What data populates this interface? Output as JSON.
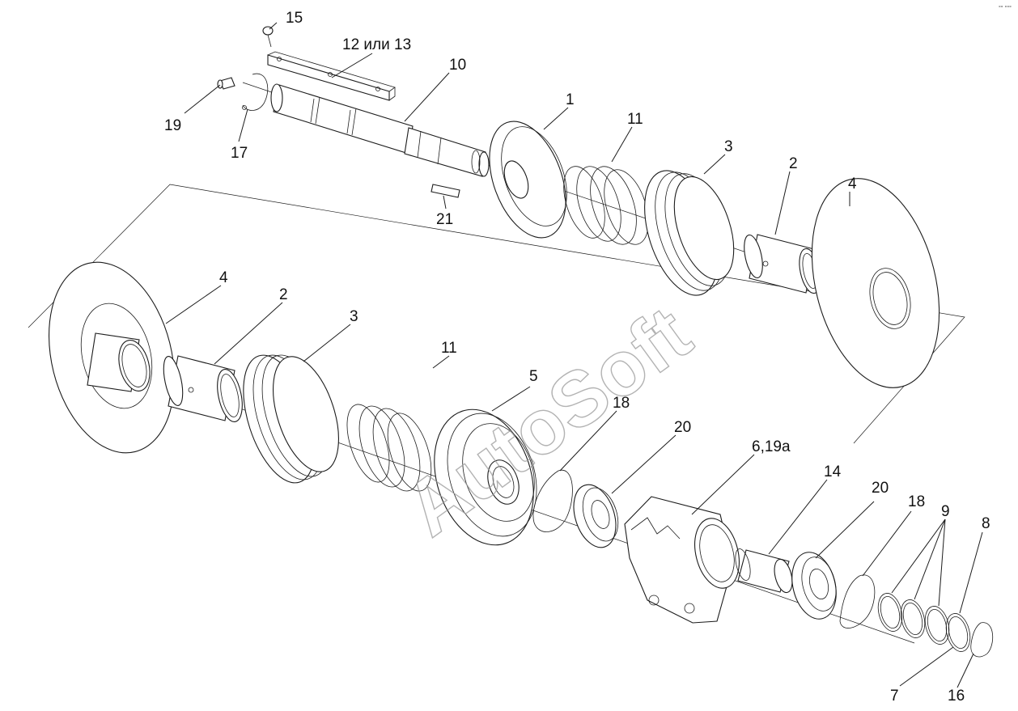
{
  "diagram": {
    "watermark": "AutoSoft",
    "corner_mark": "°° °°°",
    "callouts": {
      "p15": "15",
      "p12_13": "12 или 13",
      "p10": "10",
      "p19_top": "19",
      "p17": "17",
      "p1": "1",
      "p11_top": "11",
      "p3_top": "3",
      "p2_top": "2",
      "p4_top": "4",
      "p21": "21",
      "p4_bottom": "4",
      "p2_bottom": "2",
      "p3_bottom": "3",
      "p11_bottom": "11",
      "p5": "5",
      "p18_left": "18",
      "p20_left": "20",
      "p6_19a": "6,19а",
      "p14": "14",
      "p20_right": "20",
      "p18_right": "18",
      "p9": "9",
      "p8": "8",
      "p7": "7",
      "p16": "16"
    }
  }
}
